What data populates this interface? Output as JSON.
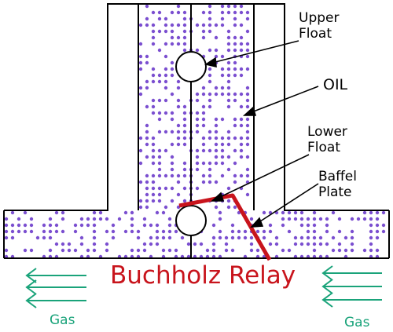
{
  "labels": {
    "upper_float": [
      "Upper",
      "Float"
    ],
    "oil": "OIL",
    "lower_float": [
      "Lower",
      "Float"
    ],
    "baffel_plate": [
      "Baffel",
      "Plate"
    ],
    "title": "Buchholz Relay",
    "gas_left": "Gas",
    "gas_right": "Gas"
  },
  "colors": {
    "oil_dots": "#7b4fd0",
    "baffle": "#c8141c",
    "title": "#c8141c",
    "gas": "#1aa37a",
    "outline": "#000000"
  }
}
